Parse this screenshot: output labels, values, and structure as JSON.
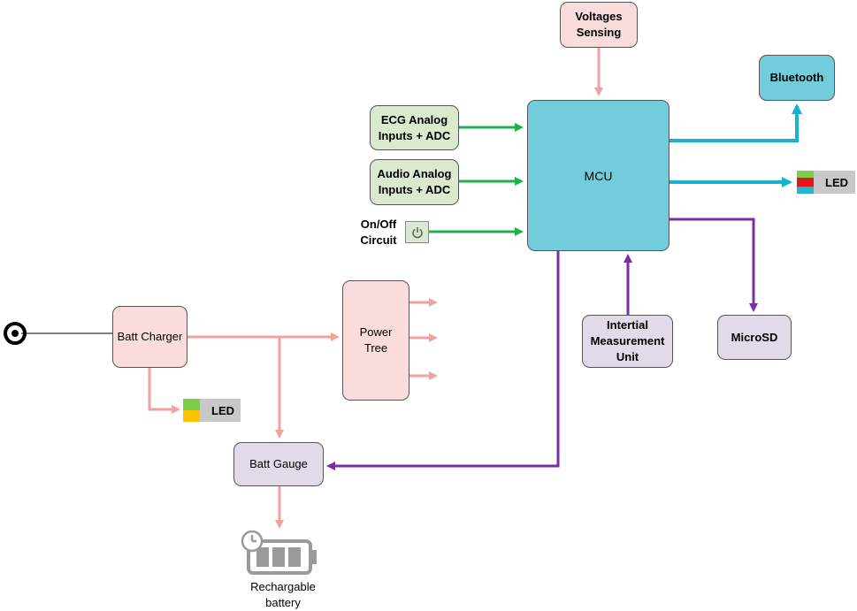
{
  "blocks": {
    "voltages_sensing": "Voltages\nSensing",
    "bluetooth": "Bluetooth",
    "ecg": "ECG Analog\nInputs + ADC",
    "audio": "Audio Analog\nInputs + ADC",
    "mcu": "MCU",
    "power_tree": "Power\nTree",
    "batt_charger": "Batt Charger",
    "imu": "Intertial\nMeasurement\nUnit",
    "microsd": "MicroSD",
    "batt_gauge": "Batt Gauge"
  },
  "labels": {
    "onoff": "On/Off\nCircuit",
    "battery": "Rechargable\nbattery",
    "led_mcu": "LED",
    "led_charger": "LED"
  },
  "colors": {
    "pink_line": "#f0a29e",
    "green_line": "#1fb14b",
    "cyan_line": "#19b2cc",
    "purple_line": "#7b2fa4",
    "led_green": "#7ccf46",
    "led_red": "#e4141a",
    "led_cyan": "#1fb6cf",
    "led_yellow": "#ffc100"
  },
  "icons": [
    "power-icon",
    "connector-icon",
    "battery-clock-icon"
  ]
}
